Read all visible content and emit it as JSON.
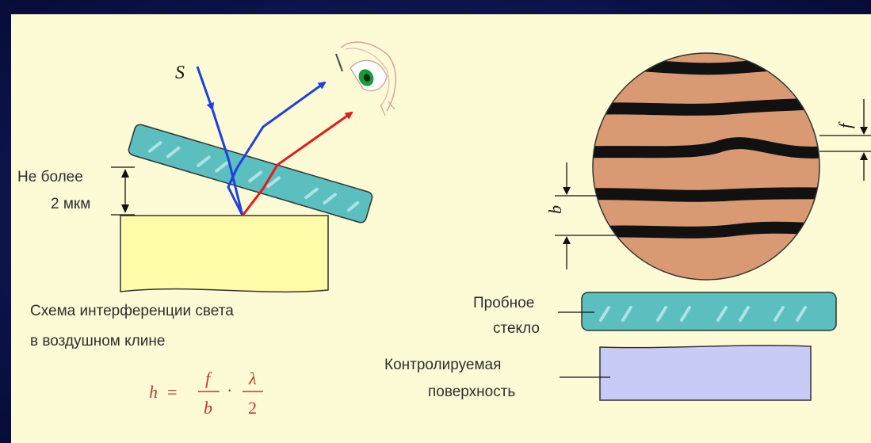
{
  "labels": {
    "source": "S",
    "gap_line1": "Не более",
    "gap_line2": "2 мкм",
    "caption_line1": "Схема интерференции света",
    "caption_line2": "в воздушном клине",
    "test_glass_line1": "Пробное",
    "test_glass_line2": "стекло",
    "surface_line1": "Контролируемая",
    "surface_line2": "поверхность",
    "b_symbol": "b",
    "f_symbol": "f"
  },
  "formula": {
    "lhs": "h",
    "eq": "=",
    "num1": "f",
    "den1": "b",
    "dot": "·",
    "num2": "λ",
    "den2": "2"
  },
  "colors": {
    "background": "#0d1650",
    "panel": "#fdfbd5",
    "glass": "#5bbfbf",
    "base_block": "#fefca8",
    "surface_block": "#c9cbf7",
    "disk": "#d99a73",
    "fringes": "#111111",
    "ray_incident": "#1f3fe0",
    "ray_reflected_red": "#e21b1b",
    "formula": "#c0392b"
  }
}
